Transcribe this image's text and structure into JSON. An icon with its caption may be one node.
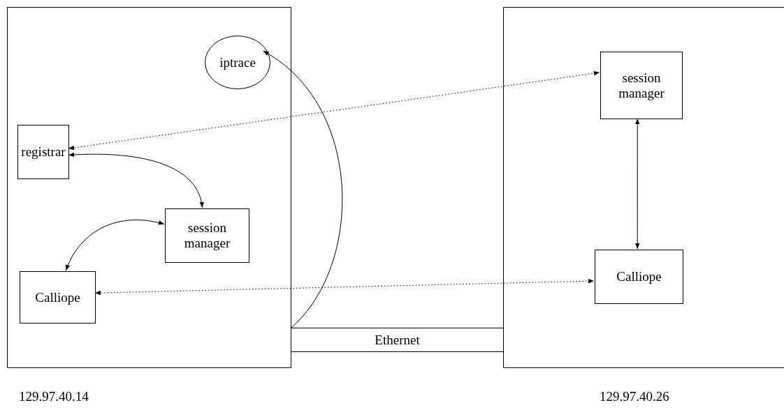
{
  "diagram": {
    "nodes": [
      {
        "text": [],
        "shape": "box",
        "beside": [
          "129.97.40.14"
        ]
      },
      {
        "text": [
          "iptrace"
        ],
        "in": 0
      },
      {
        "text": [
          "registrar"
        ],
        "in": 0
      },
      {
        "text": [
          "session manager"
        ],
        "in": 0
      },
      {
        "text": [
          "Calliope"
        ],
        "in": 0
      },
      {
        "text": [],
        "shape": "box",
        "beside": [
          "129.97.40.26"
        ]
      },
      {
        "text": [
          "session manager"
        ],
        "in": 5
      },
      {
        "text": [
          "Calliope"
        ],
        "in": 5
      },
      {
        "text": [
          "Ethernet"
        ]
      }
    ],
    "edges": [
      {
        "from": 8,
        "to": 1,
        "arrow": "to"
      },
      {
        "from": 2,
        "to": 6,
        "arrow": "both",
        "style": "dashed"
      },
      {
        "from": 2,
        "to": 3,
        "arrow": "both"
      },
      {
        "from": 3,
        "to": 4,
        "arrow": "both"
      },
      {
        "from": 4,
        "to": 7,
        "arrow": "both",
        "style": "dashed"
      },
      {
        "from": 6,
        "to": 7,
        "arrow": "both"
      }
    ]
  }
}
